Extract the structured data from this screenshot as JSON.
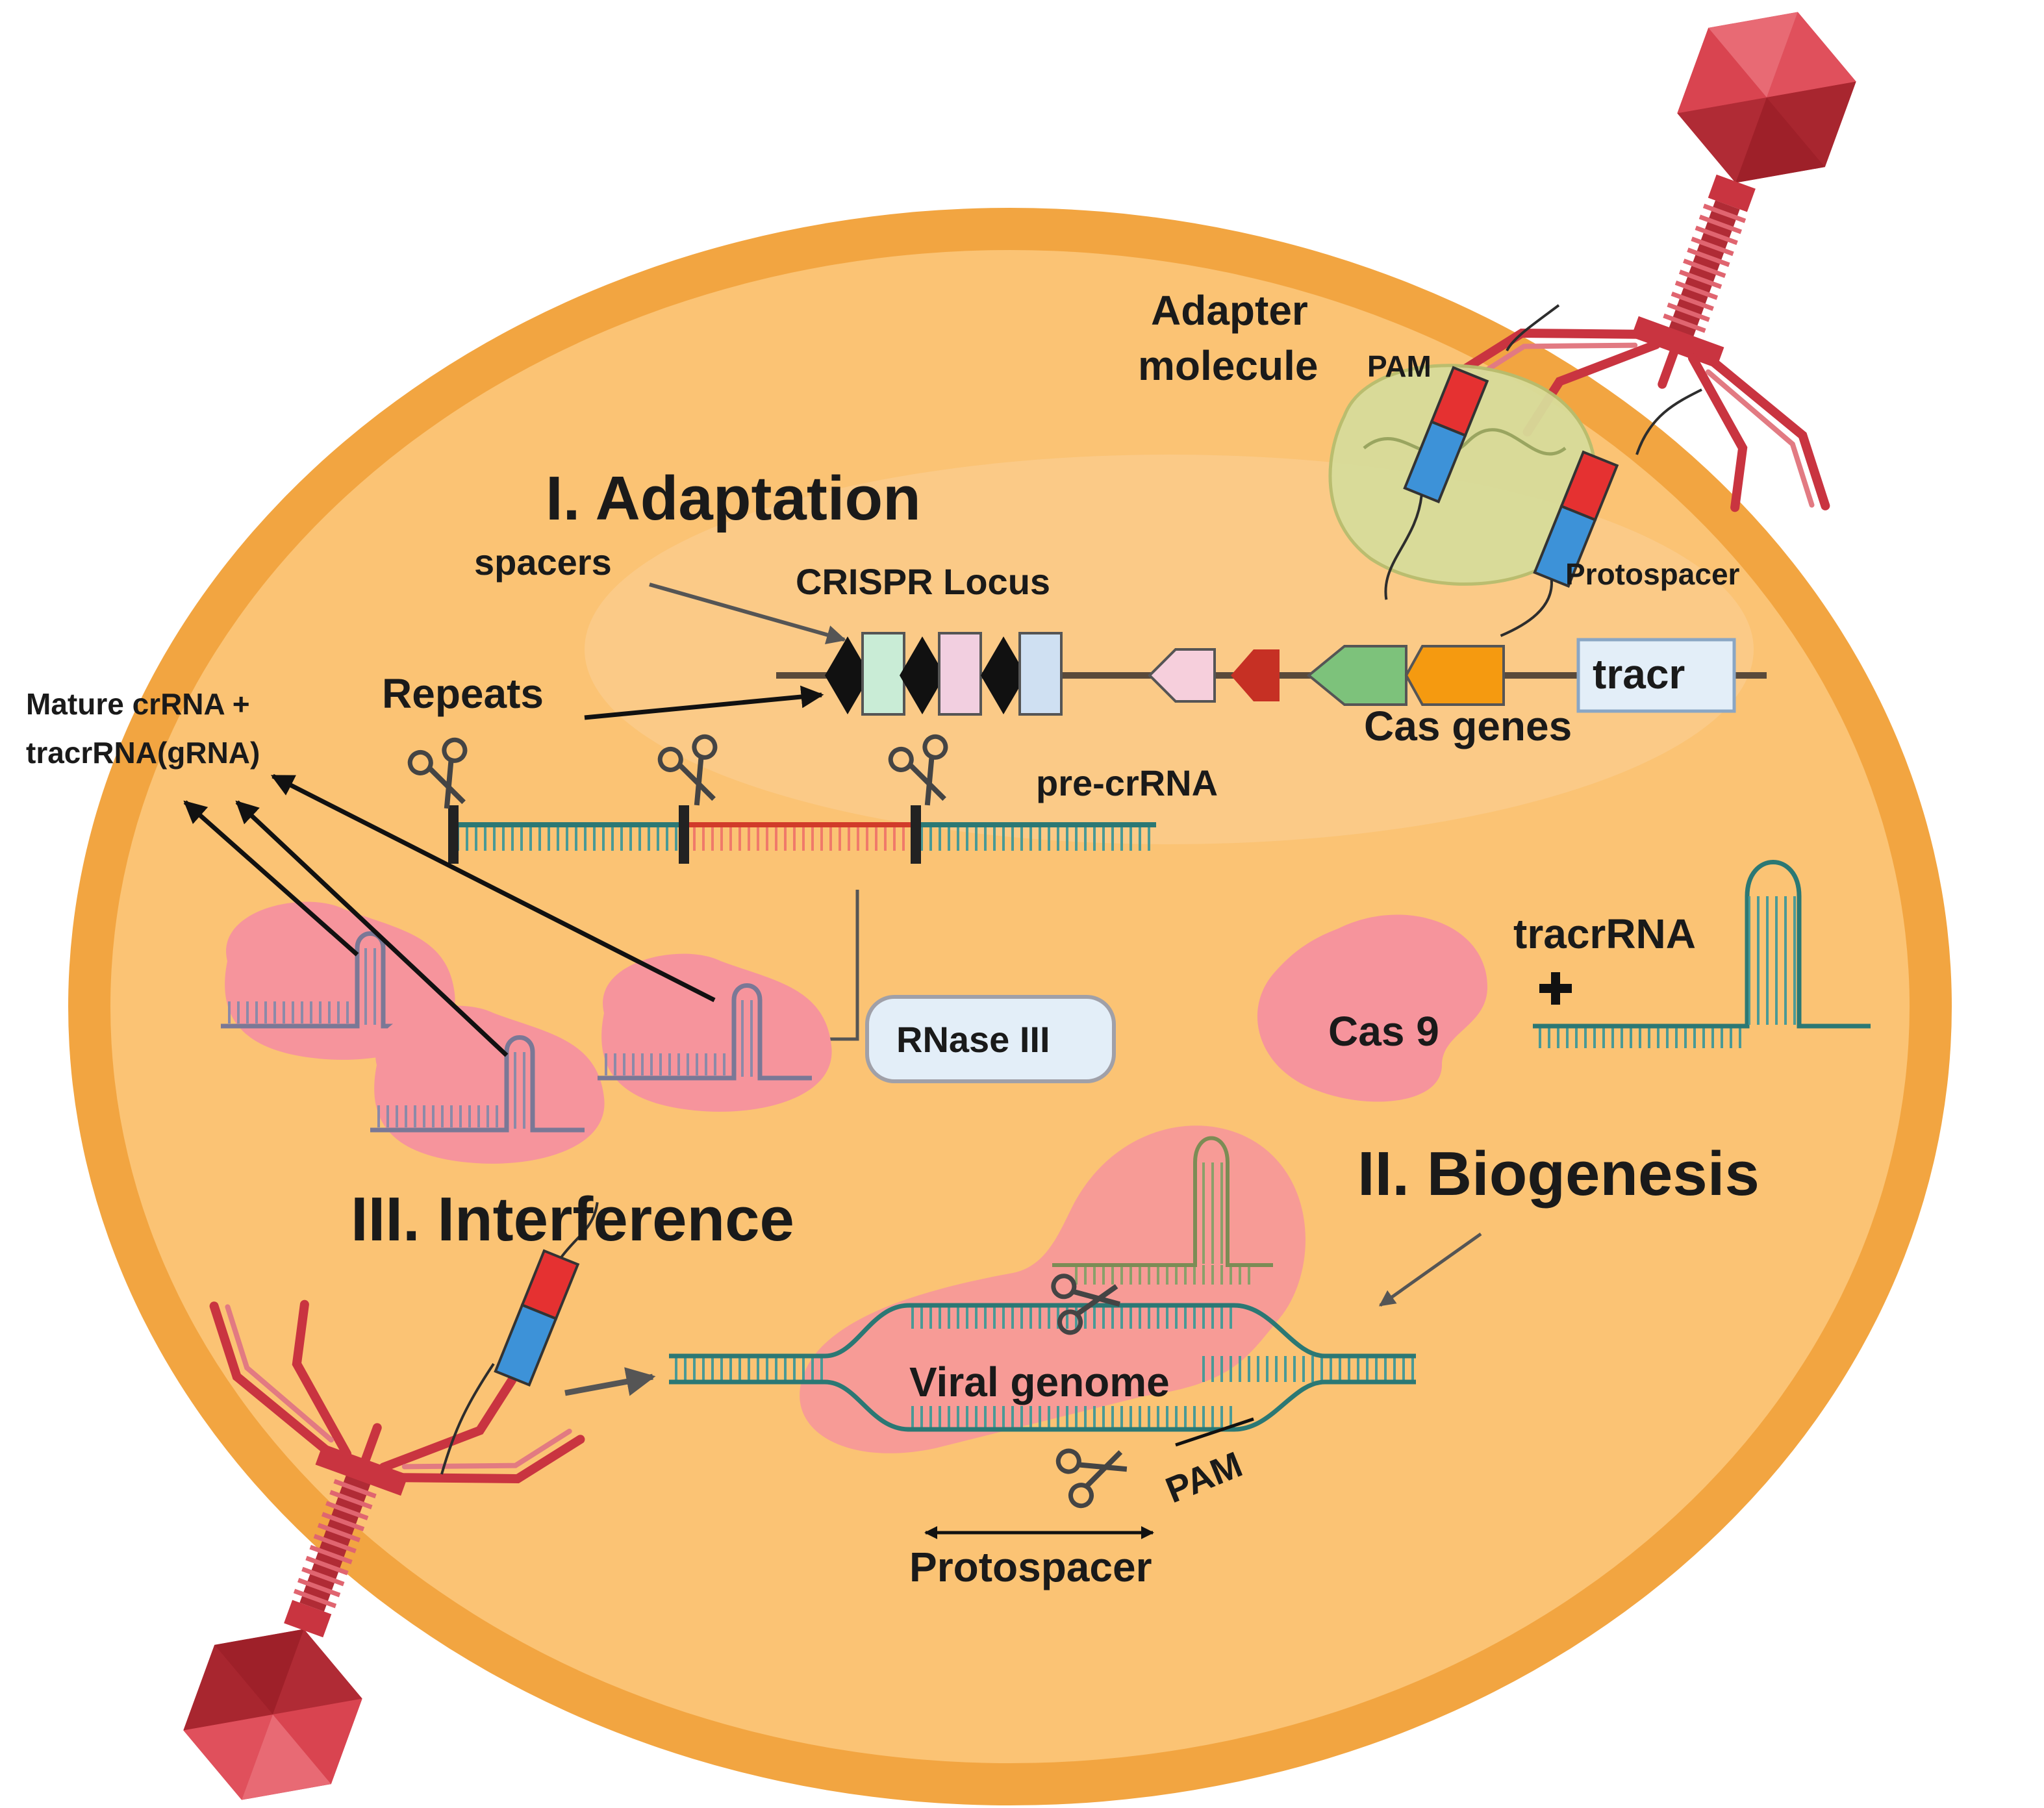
{
  "colors": {
    "cell_membrane": "#f2a541",
    "cytoplasm": "#fbc374",
    "cas9": "#f6949c",
    "phage": "#d63a45",
    "rna_strand": "#4a9a96",
    "pam": "#e53131",
    "protospacer": "#3d92d8",
    "rnase_box": "#e3eef8"
  },
  "icons": [
    "bacteriophage-icon",
    "scissors-icon",
    "cas9-protein-icon",
    "plus-icon"
  ],
  "labels": {
    "stage_adaptation": "I. Adaptation",
    "stage_biogenesis": "II. Biogenesis",
    "stage_interference": "III. Interference",
    "adapter_line1": "Adapter",
    "adapter_line2": "molecule",
    "pam_top": "PAM",
    "protospacer_top": "Protospacer",
    "spacers": "spacers",
    "crispr_locus": "CRISPR Locus",
    "repeats": "Repeats",
    "tracr": "tracr",
    "cas_genes": "Cas genes",
    "mature_line1": "Mature crRNA +",
    "mature_line2": "tracrRNA(gRNA)",
    "pre_crrna": "pre-crRNA",
    "rnase": "RNase III",
    "cas9": "Cas 9",
    "tracrrna": "tracrRNA",
    "viral_genome": "Viral genome",
    "pam_bottom": "PAM",
    "protospacer_bottom": "Protospacer"
  }
}
